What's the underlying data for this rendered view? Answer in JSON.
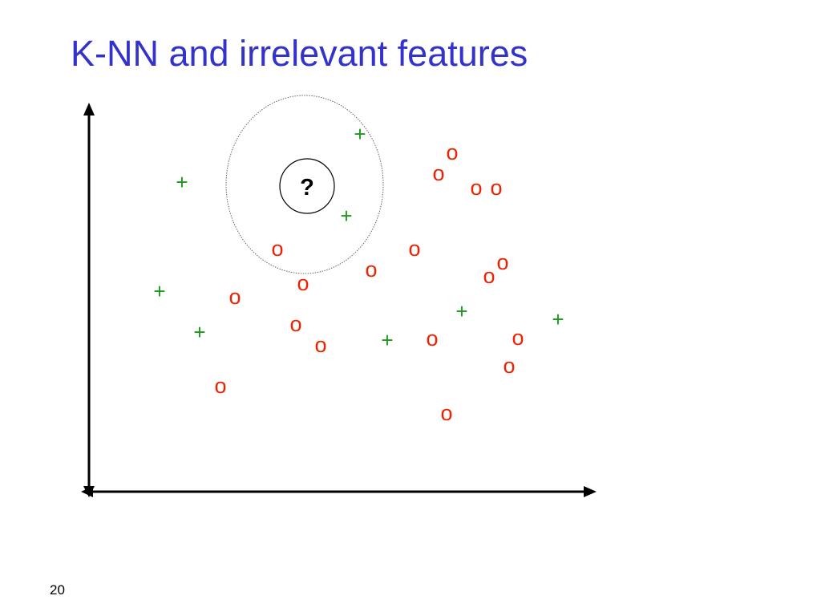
{
  "slide": {
    "title": "K-NN and irrelevant features",
    "page_number": "20"
  },
  "colors": {
    "title": "#3333cc",
    "positive": "#1a9a1a",
    "negative": "#ee2200",
    "axis": "#000000",
    "neighborhood": "#666666"
  },
  "diagram": {
    "query": {
      "label": "?"
    },
    "positive_label": "+",
    "negative_label": "o",
    "positive_points": [
      {
        "id": "p1"
      },
      {
        "id": "p2"
      },
      {
        "id": "p3"
      },
      {
        "id": "p4"
      },
      {
        "id": "p5"
      },
      {
        "id": "p6"
      },
      {
        "id": "p7"
      },
      {
        "id": "p8"
      }
    ],
    "negative_points": [
      {
        "id": "n1"
      },
      {
        "id": "n2"
      },
      {
        "id": "n3"
      },
      {
        "id": "n4"
      },
      {
        "id": "n5"
      },
      {
        "id": "n6"
      },
      {
        "id": "n7"
      },
      {
        "id": "n8"
      },
      {
        "id": "n9"
      },
      {
        "id": "n10"
      },
      {
        "id": "n11"
      },
      {
        "id": "n12"
      },
      {
        "id": "n13"
      },
      {
        "id": "n14"
      },
      {
        "id": "n15"
      },
      {
        "id": "n16"
      },
      {
        "id": "n17"
      },
      {
        "id": "n18"
      },
      {
        "id": "n19"
      }
    ]
  }
}
